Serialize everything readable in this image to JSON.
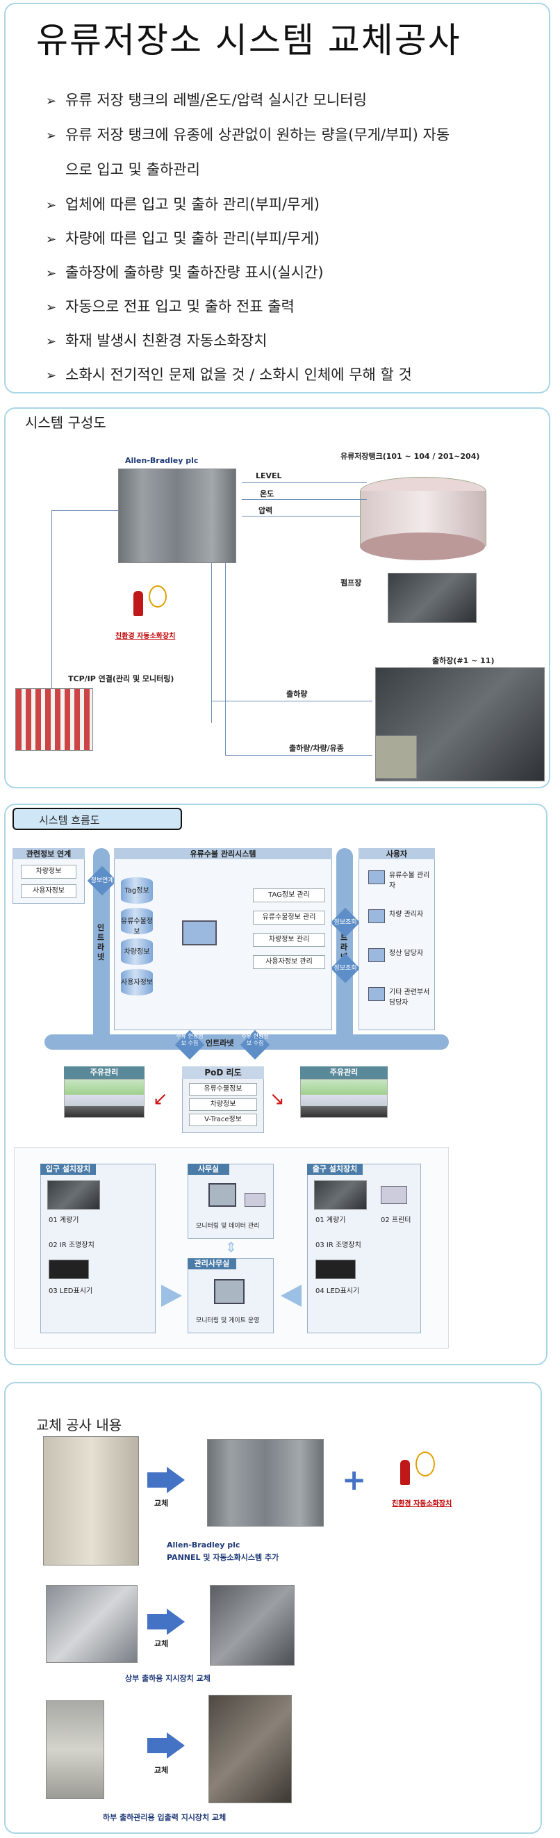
{
  "header": {
    "title": "유류저장소 시스템 교체공사",
    "bullets": [
      "유류 저장 탱크의 레벨/온도/압력 실시간 모니터링",
      "유류 저장 탱크에 유종에 상관없이 원하는 량을(무게/부피) 자동",
      "으로 입고 및 출하관리",
      "업체에 따른 입고 및 출하 관리(부피/무게)",
      "차량에 따른 입고 및 출하 관리(부피/무게)",
      "출하장에 출하량 및 출하잔량 표시(실시간)",
      "자동으로 전표 입고 및 출하 전표 출력",
      "화재 발생시 친환경 자동소화장치",
      "소화시 전기적인 문제 없을 것 / 소화시 인체에 무해 할 것"
    ]
  },
  "system_config": {
    "title": "시스템 구성도",
    "plc_label": "Allen-Bradley plc",
    "tank_label": "유류저장탱크(101 ~ 104 / 201~204)",
    "signal_labels": [
      "LEVEL",
      "온도",
      "압력"
    ],
    "pump_label": "펌프장",
    "extinguisher_label": "친환경 자동소화장치",
    "tcp_label": "TCP/IP 연결(관리 및 모니터링)",
    "dock_label": "출하장(#1 ~ 11)",
    "shipment_label": "출하량",
    "shipment_detail_label": "출하량/차량/유종"
  },
  "flow": {
    "title": "시스템 흐름도",
    "related_head": "관련정보 연계",
    "related_items": [
      "차량정보",
      "사용자정보"
    ],
    "link_label": "정보연계",
    "center_head": "유류수불 관리시스템",
    "intranet_v": "인트라넷",
    "db_items": [
      "Tag정보",
      "유류수불정보",
      "차량정보",
      "사용자정보"
    ],
    "mgmt_items": [
      "TAG정보 관리",
      "유류수불정보 관리",
      "차량정보 관리",
      "사용자정보 관리"
    ],
    "query_label": "정보조회",
    "user_head": "사용자",
    "users": [
      "유류수불 관리자",
      "차량 관리자",
      "정산 담당자",
      "기타 관련부서 담당자"
    ],
    "intranet_h": "인트라넷",
    "collect_label": "주유 현황정보 수집",
    "fuel_label": "주유관리",
    "pod_head": "PoD 리도",
    "pod_items": [
      "유류수불정보",
      "차량정보",
      "V-Trace정보"
    ],
    "inlet_head": "입구 설치장치",
    "inlet_items": [
      "01 계량기",
      "02 IR 조명장치",
      "03 LED표시기"
    ],
    "office_head": "사무실",
    "office_caption": "모니터링 및 데이터 관리",
    "admin_head": "관리사무실",
    "admin_caption": "모니터링 및 게이트 운영",
    "outlet_head": "출구 설치장치",
    "outlet_items": [
      "01 계량기",
      "02 프린터",
      "03 IR 조명장치",
      "04 LED표시기"
    ]
  },
  "replace": {
    "title": "교체 공사 내용",
    "arrow_label": "교체",
    "extinguisher_label": "친환경 자동소화장치",
    "caption1_line1": "Allen-Bradley plc",
    "caption1_line2": "PANNEL 및 자동소화시스템 추가",
    "caption2": "상부 출하용 지시장치 교체",
    "caption3": "하부 출하관리용 입출력 지시장치 교체"
  }
}
